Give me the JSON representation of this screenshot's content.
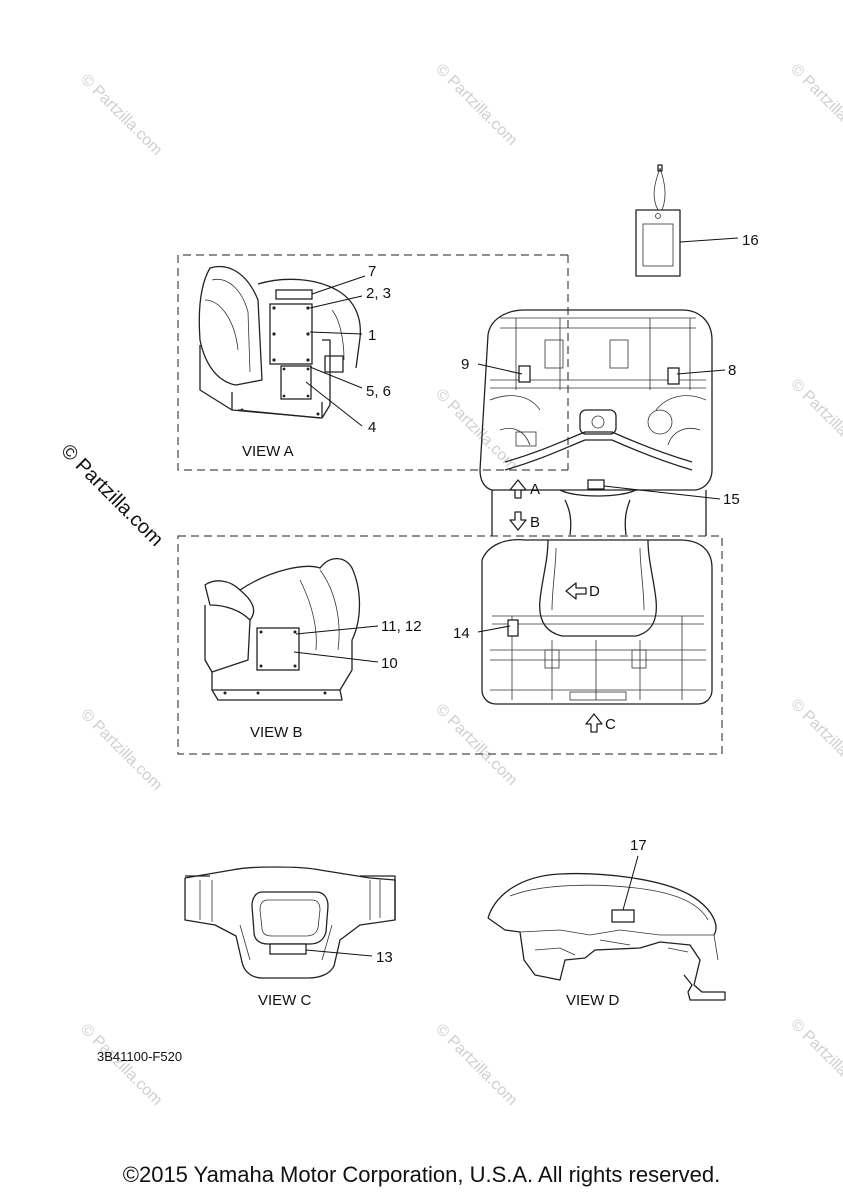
{
  "watermark": "© Partzilla.com",
  "side_watermark": "© Partzilla.com",
  "views": {
    "a": "VIEW A",
    "b": "VIEW B",
    "c": "VIEW C",
    "d": "VIEW D"
  },
  "arrows": {
    "a": "A",
    "b": "B",
    "c": "C",
    "d": "D"
  },
  "callouts": {
    "c1": "1",
    "c2_3": "2, 3",
    "c4": "4",
    "c5_6": "5, 6",
    "c7": "7",
    "c8": "8",
    "c9": "9",
    "c10": "10",
    "c11_12": "11, 12",
    "c13": "13",
    "c14": "14",
    "c15": "15",
    "c16": "16",
    "c17": "17"
  },
  "drawing_code": "3B41100-F520",
  "copyright": "©2015 Yamaha Motor Corporation, U.S.A. All rights reserved."
}
